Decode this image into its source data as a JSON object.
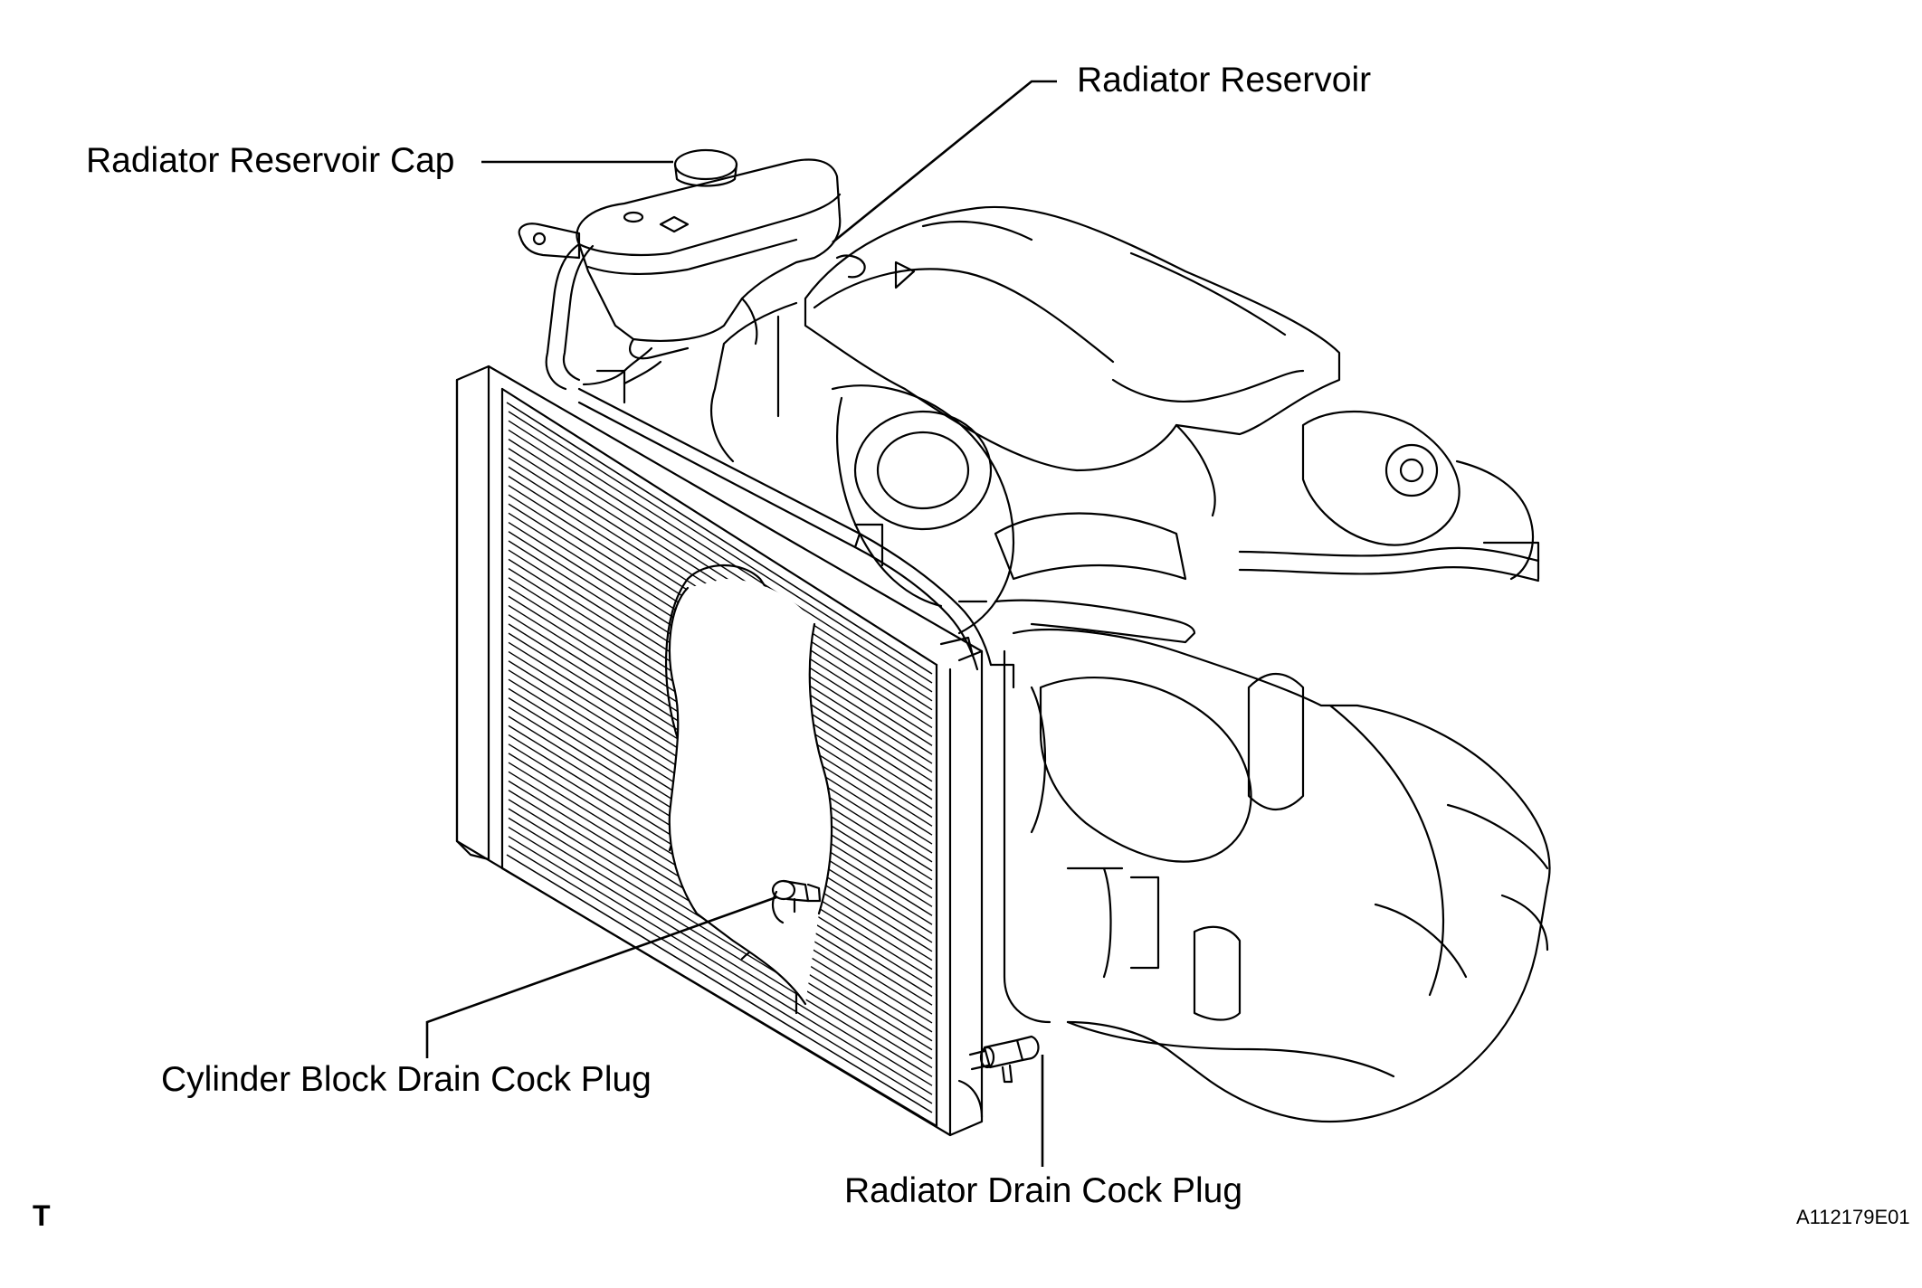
{
  "labels": {
    "reservoir": "Radiator Reservoir",
    "reservoir_cap": "Radiator Reservoir Cap",
    "cylinder_drain": "Cylinder Block Drain Cock Plug",
    "radiator_drain": "Radiator Drain Cock Plug"
  },
  "view_code": "T",
  "figure_id": "A112179E01"
}
